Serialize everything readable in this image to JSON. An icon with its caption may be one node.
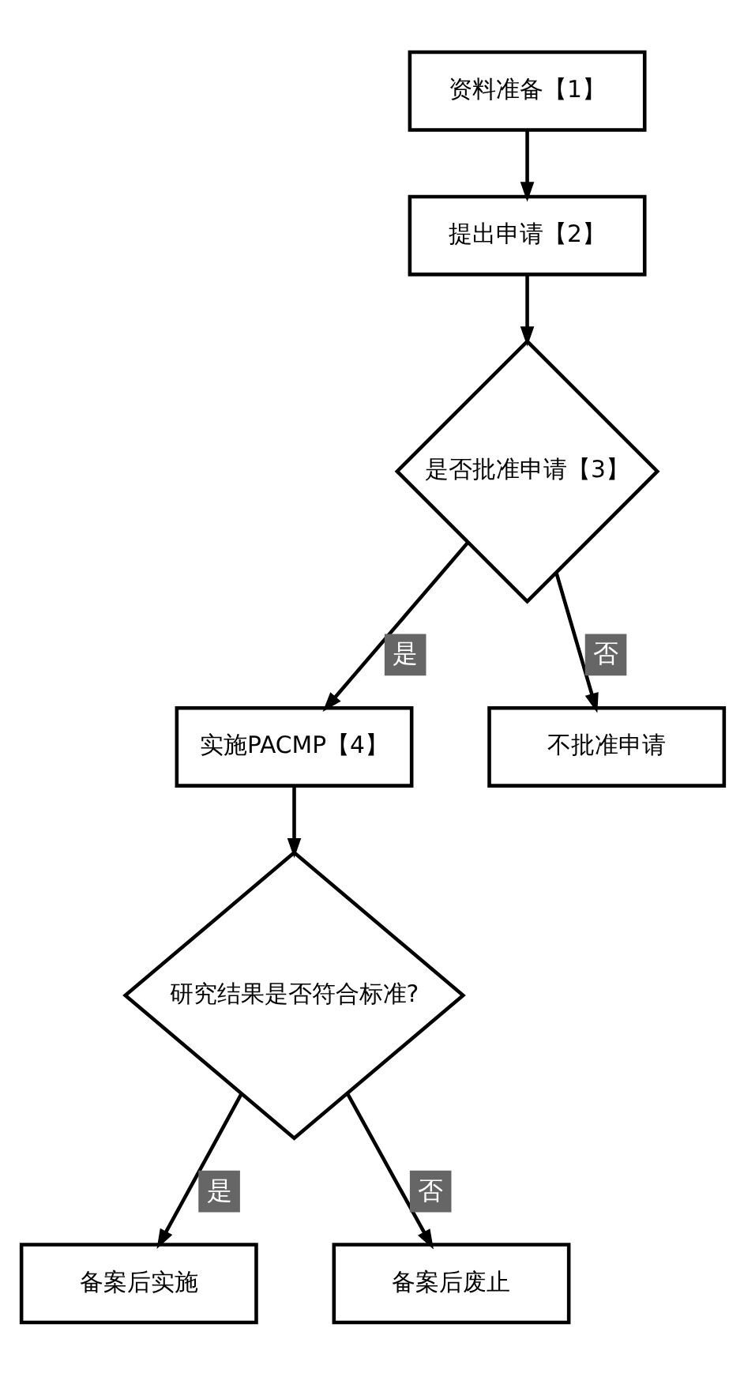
{
  "diagram": {
    "nodes": [
      {
        "text": [
          "资料准备【1】"
        ]
      },
      {
        "text": [
          "提出申请【2】"
        ]
      },
      {
        "text": [
          "是否批准申请【3】"
        ]
      },
      {
        "text": [
          "实施PACMP【4】"
        ]
      },
      {
        "text": [
          "不批准申请"
        ]
      },
      {
        "text": [
          "研究结果是否符合标准?"
        ]
      },
      {
        "text": [
          "备案后实施"
        ]
      },
      {
        "text": [
          "备案后废止"
        ]
      }
    ],
    "edges": [
      {
        "from": 0,
        "to": 1,
        "arrow": "to"
      },
      {
        "from": 1,
        "to": 2,
        "arrow": "to"
      },
      {
        "from": 2,
        "to": 3,
        "arrow": "to",
        "label": "是"
      },
      {
        "from": 2,
        "to": 4,
        "arrow": "to",
        "label": "否"
      },
      {
        "from": 3,
        "to": 5,
        "arrow": "to"
      },
      {
        "from": 5,
        "to": 6,
        "arrow": "to",
        "label": "是"
      },
      {
        "from": 5,
        "to": 7,
        "arrow": "to",
        "label": "否"
      }
    ]
  }
}
